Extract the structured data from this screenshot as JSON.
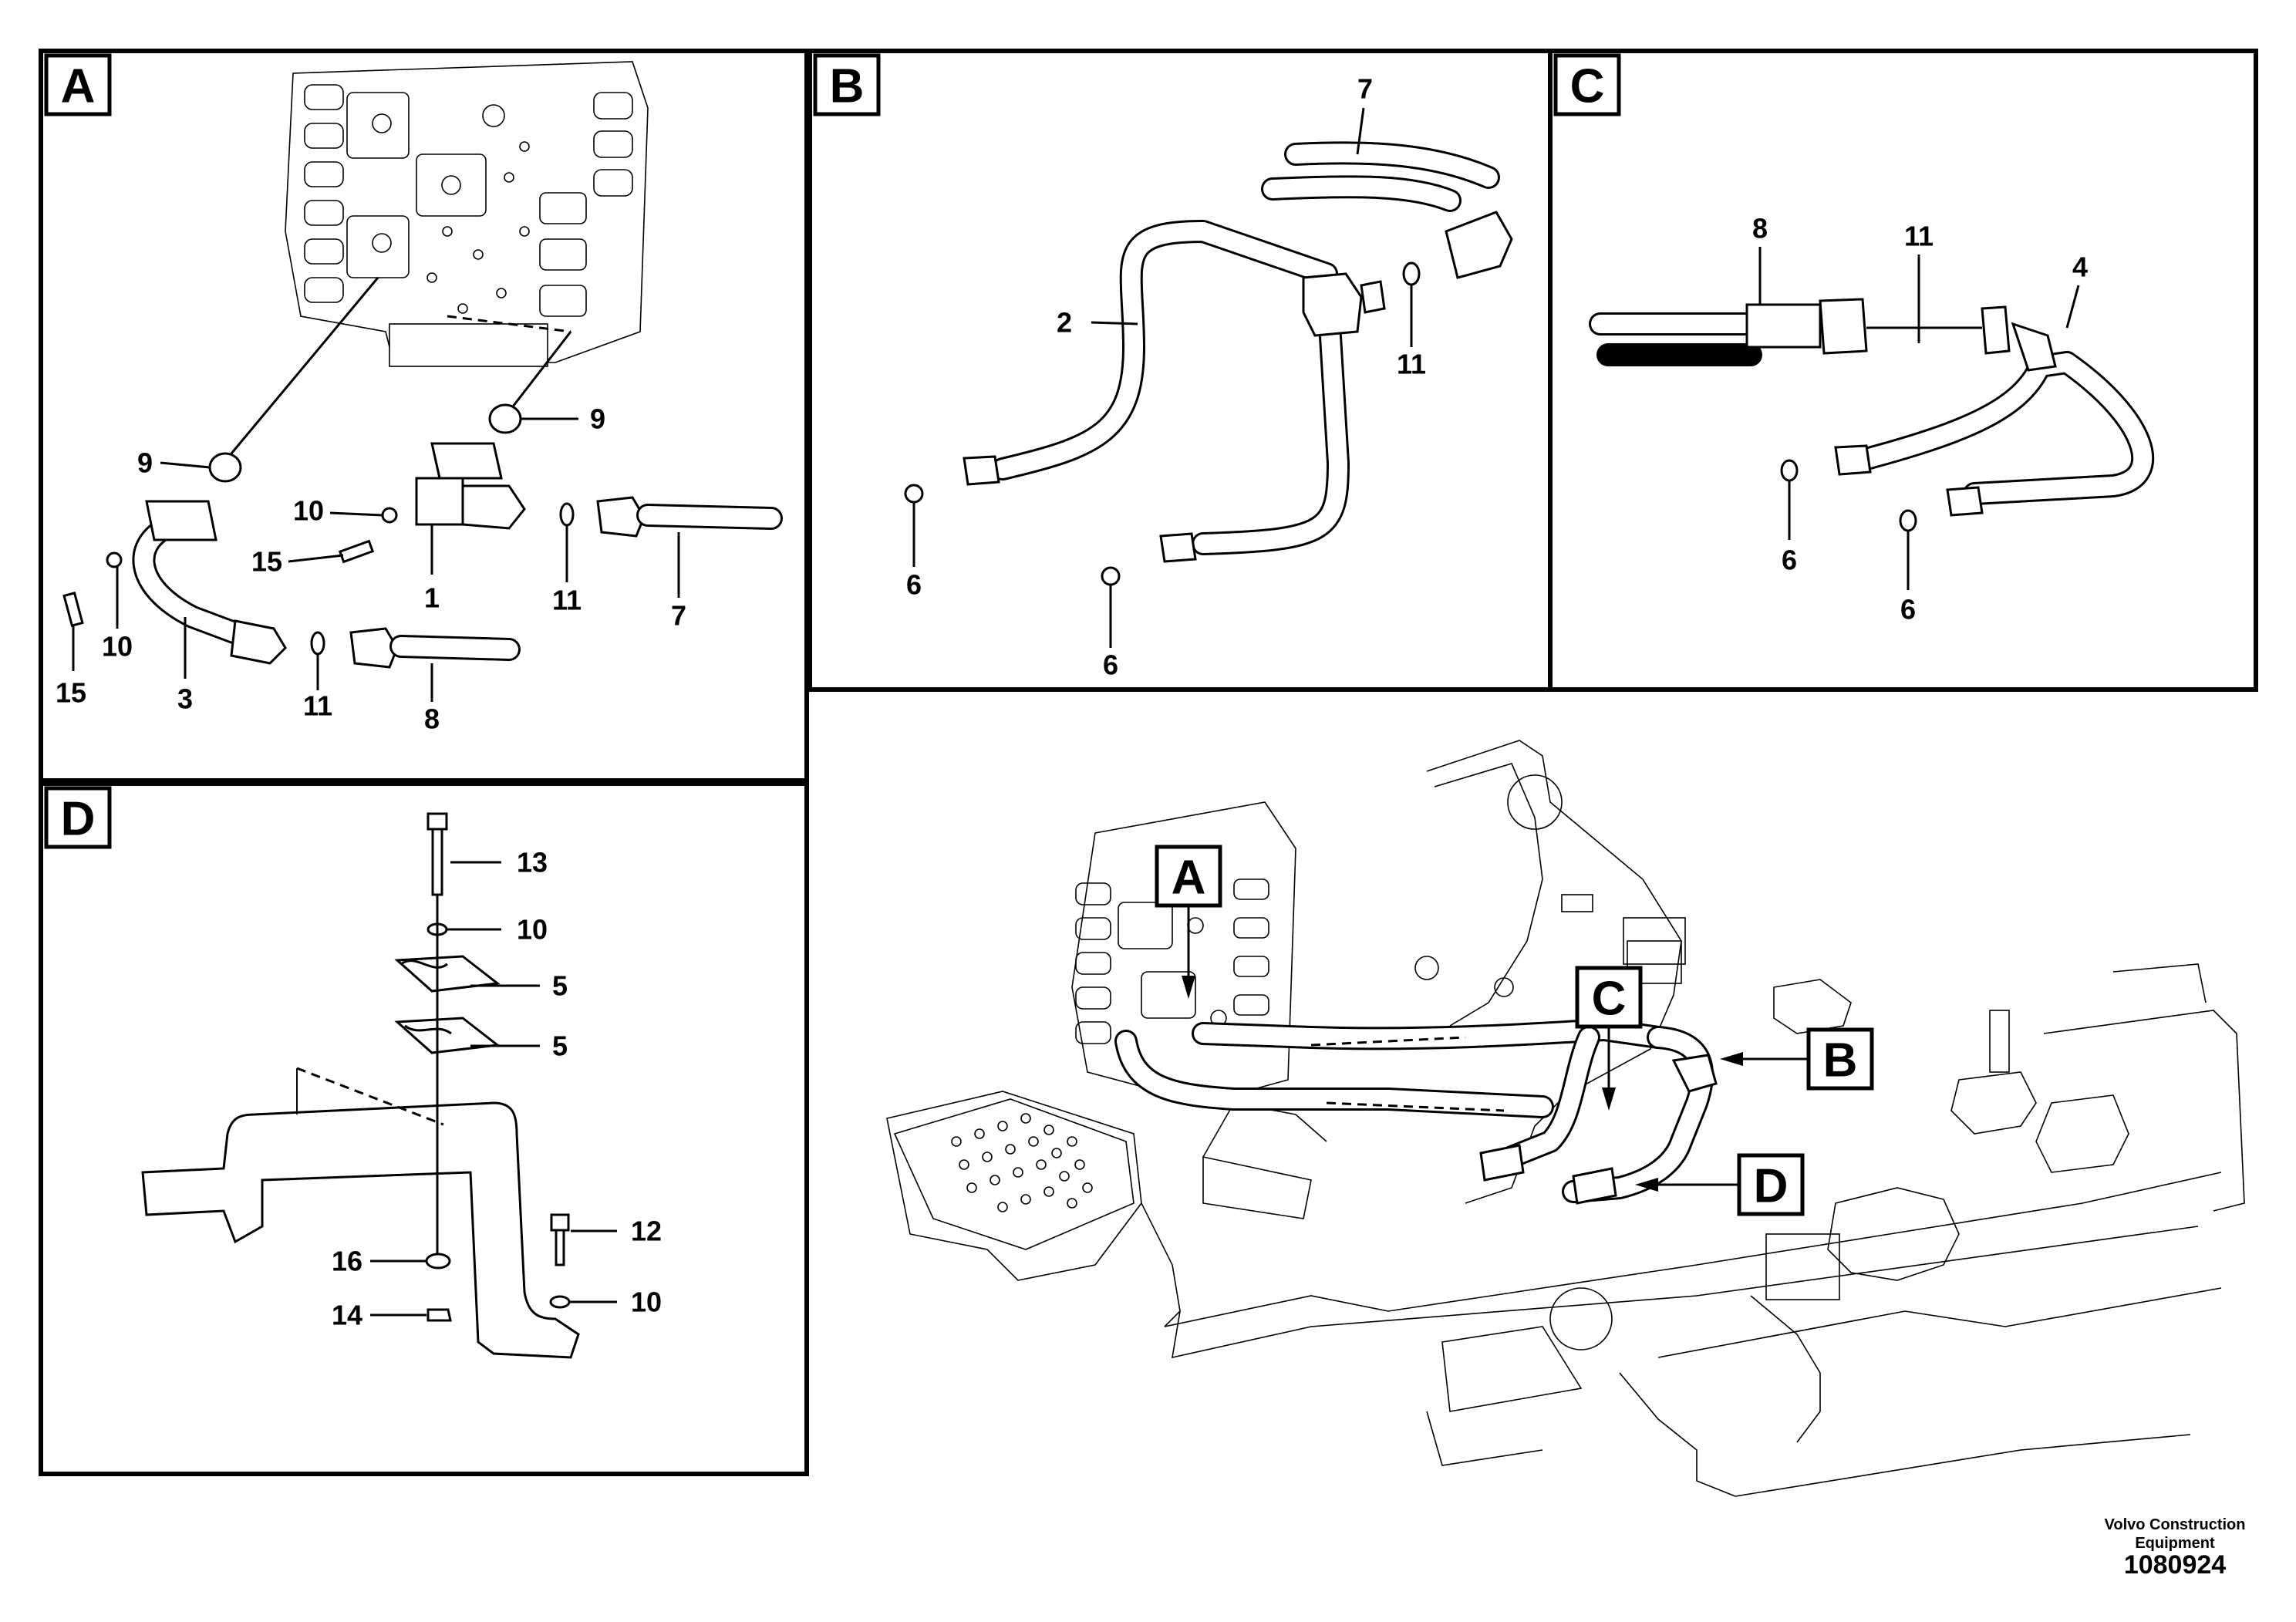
{
  "panels": [
    {
      "id": "A",
      "label": "A"
    },
    {
      "id": "B",
      "label": "B"
    },
    {
      "id": "C",
      "label": "C"
    },
    {
      "id": "D",
      "label": "D"
    }
  ],
  "callouts": {
    "A": [
      "9",
      "9",
      "10",
      "15",
      "1",
      "11",
      "7",
      "10",
      "15",
      "3",
      "11",
      "8"
    ],
    "B": [
      "7",
      "2",
      "11",
      "6",
      "6"
    ],
    "C": [
      "8",
      "11",
      "4",
      "6",
      "6"
    ],
    "D": [
      "13",
      "10",
      "5",
      "5",
      "12",
      "16",
      "10",
      "14"
    ]
  },
  "overview_tags": [
    "A",
    "C",
    "B",
    "D"
  ],
  "footer": {
    "brand_line1": "Volvo Construction",
    "brand_line2": "Equipment",
    "doc_number": "1080924"
  }
}
